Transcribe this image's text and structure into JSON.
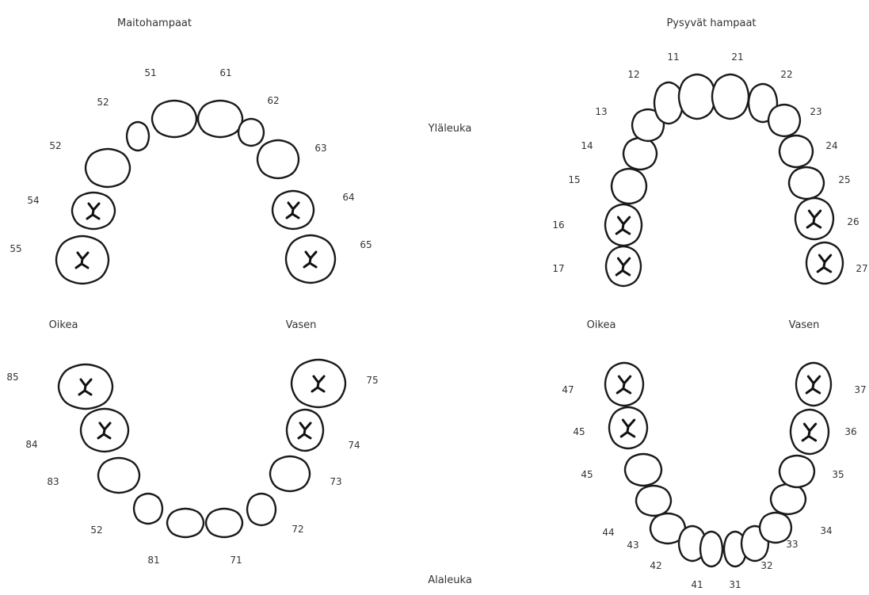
{
  "headings": {
    "primary_title": "Maitohampaat",
    "permanent_title": "Pysyvät hampaat",
    "upper_jaw": "Yläleuka",
    "lower_jaw": "Alaleuka",
    "primary_right": "Oikea",
    "primary_left": "Vasen",
    "permanent_right": "Oikea",
    "permanent_left": "Vasen"
  },
  "primary_upper": [
    {
      "label": "55",
      "fissure": true
    },
    {
      "label": "54",
      "fissure": true
    },
    {
      "label": "52",
      "fissure": false
    },
    {
      "label": "52",
      "fissure": false
    },
    {
      "label": "51",
      "fissure": false
    },
    {
      "label": "61",
      "fissure": false
    },
    {
      "label": "62",
      "fissure": false
    },
    {
      "label": "63",
      "fissure": false
    },
    {
      "label": "64",
      "fissure": true
    },
    {
      "label": "65",
      "fissure": true
    }
  ],
  "primary_lower": [
    {
      "label": "85",
      "fissure": true
    },
    {
      "label": "84",
      "fissure": true
    },
    {
      "label": "83",
      "fissure": false
    },
    {
      "label": "52",
      "fissure": false
    },
    {
      "label": "81",
      "fissure": false
    },
    {
      "label": "71",
      "fissure": false
    },
    {
      "label": "72",
      "fissure": false
    },
    {
      "label": "73",
      "fissure": false
    },
    {
      "label": "74",
      "fissure": true
    },
    {
      "label": "75",
      "fissure": true
    }
  ],
  "permanent_upper": [
    {
      "label": "17",
      "fissure": true
    },
    {
      "label": "16",
      "fissure": true
    },
    {
      "label": "15",
      "fissure": false
    },
    {
      "label": "14",
      "fissure": false
    },
    {
      "label": "13",
      "fissure": false
    },
    {
      "label": "12",
      "fissure": false
    },
    {
      "label": "11",
      "fissure": false
    },
    {
      "label": "21",
      "fissure": false
    },
    {
      "label": "22",
      "fissure": false
    },
    {
      "label": "23",
      "fissure": false
    },
    {
      "label": "24",
      "fissure": false
    },
    {
      "label": "25",
      "fissure": false
    },
    {
      "label": "26",
      "fissure": true
    },
    {
      "label": "27",
      "fissure": true
    }
  ],
  "permanent_lower": [
    {
      "label": "47",
      "fissure": true
    },
    {
      "label": "45",
      "fissure": true
    },
    {
      "label": "45",
      "fissure": false
    },
    {
      "label": "44",
      "fissure": false
    },
    {
      "label": "43",
      "fissure": false
    },
    {
      "label": "42",
      "fissure": false
    },
    {
      "label": "41",
      "fissure": false
    },
    {
      "label": "31",
      "fissure": false
    },
    {
      "label": "32",
      "fissure": false
    },
    {
      "label": "33",
      "fissure": false
    },
    {
      "label": "34",
      "fissure": false
    },
    {
      "label": "35",
      "fissure": false
    },
    {
      "label": "36",
      "fissure": true
    },
    {
      "label": "37",
      "fissure": true
    }
  ]
}
